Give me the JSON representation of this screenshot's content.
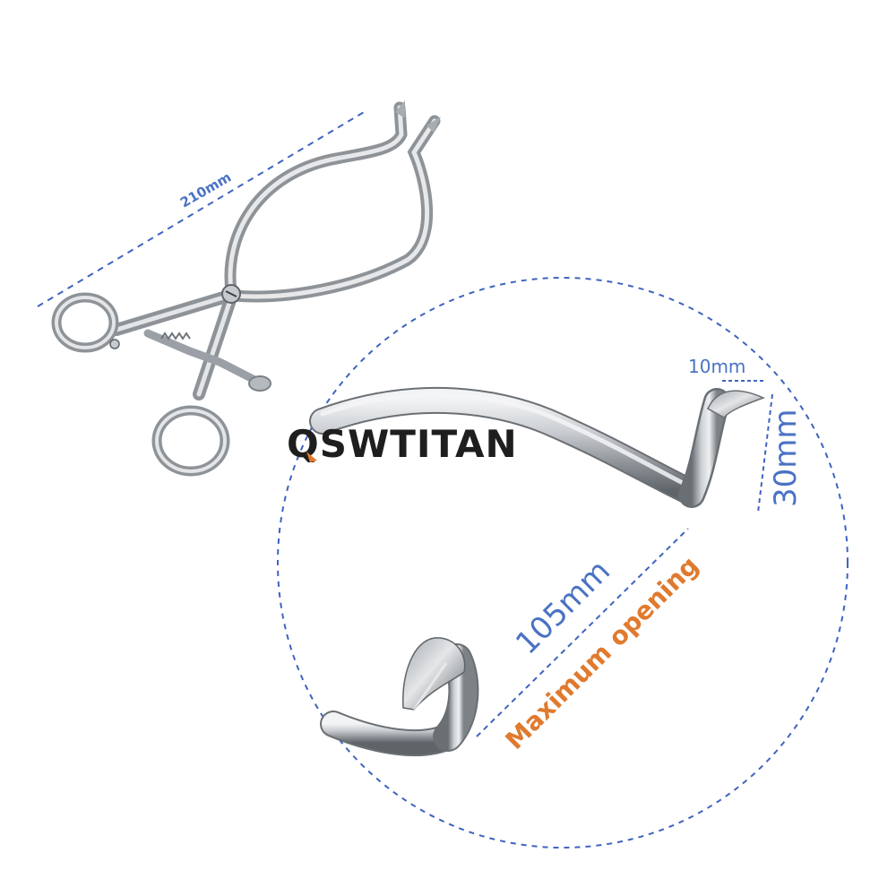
{
  "brand": {
    "logo_text": "QSWTITAN"
  },
  "dimensions": {
    "overall_length": "210mm",
    "tip_width": "10mm",
    "tip_height": "30mm",
    "opening": "105mm",
    "opening_caption": "Maximum opening"
  },
  "colors": {
    "dimension_line": "#3f63c0",
    "dimension_text": "#4a72c4",
    "caption_text": "#e07a2e",
    "steel_light": "#d9dcdf",
    "steel_dark": "#6f7479",
    "logo": "#1e1e1e",
    "logo_accent": "#e07a2e"
  }
}
